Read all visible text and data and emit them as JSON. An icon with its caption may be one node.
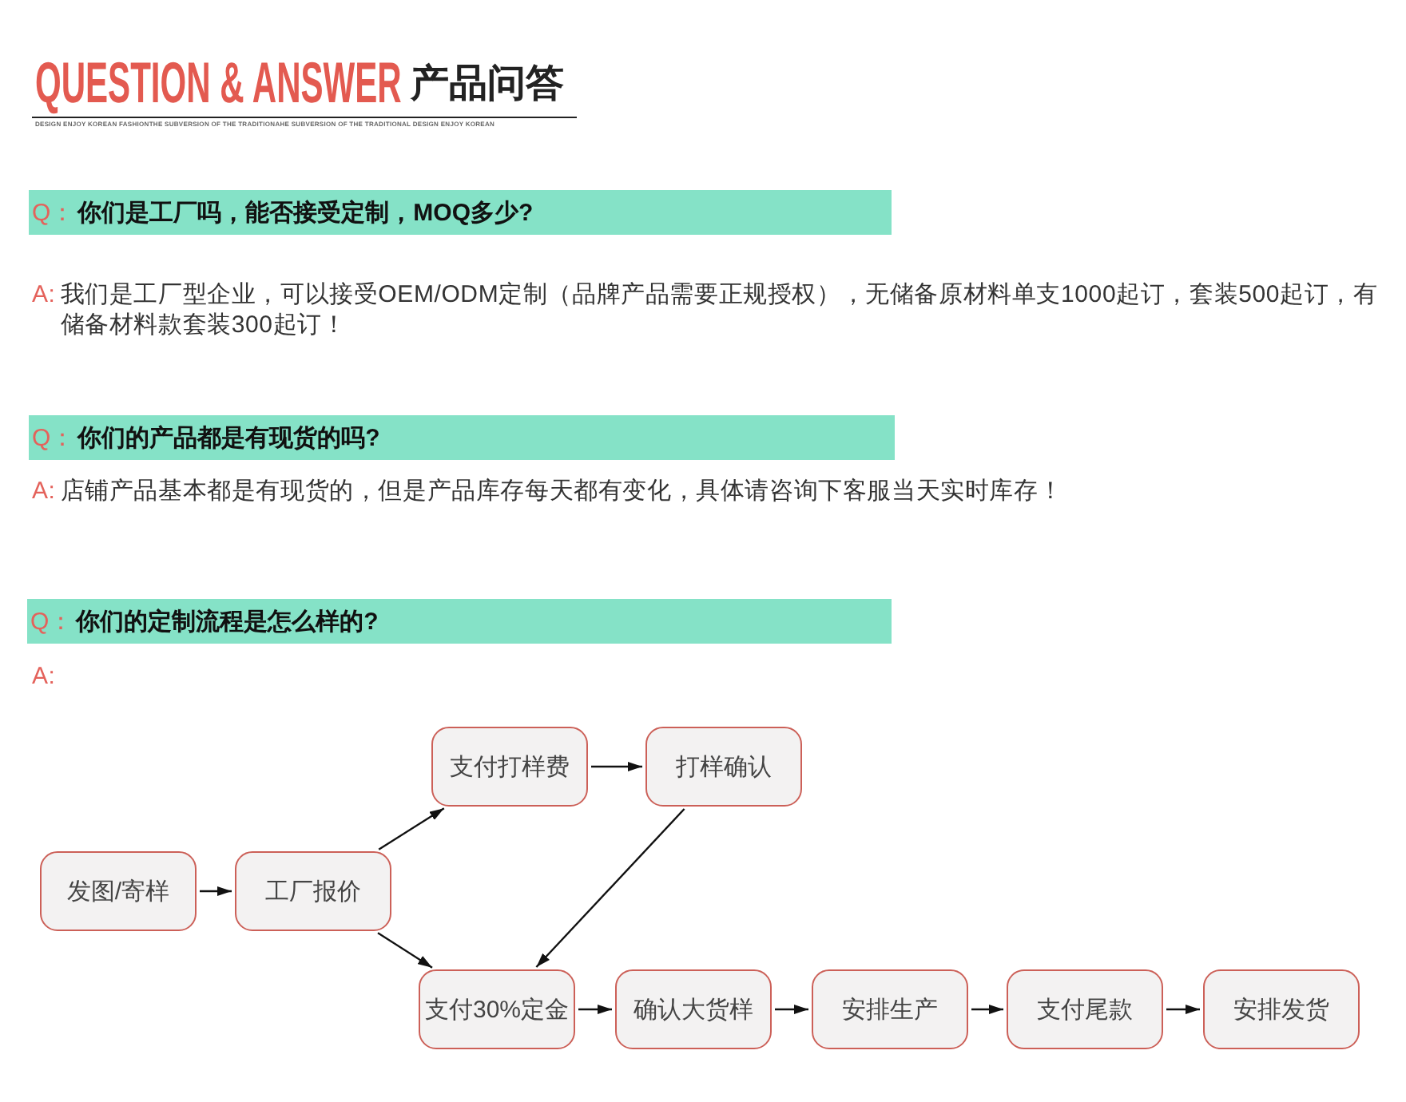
{
  "diagram": {
    "title": "QUESTION & ANSWER",
    "nodes": [
      {
        "text": [
          "Q：",
          "你们是工厂吗，能否接受定制，MOQ多少?"
        ]
      },
      {
        "text": [
          "Q：",
          "你们的产品都是有现货的吗?"
        ]
      },
      {
        "text": [
          "Q：",
          "你们的定制流程是怎么样的?"
        ]
      },
      {
        "text": [
          "支付打样费"
        ]
      },
      {
        "text": [
          "打样确认"
        ]
      },
      {
        "text": [
          "发图/寄样"
        ]
      },
      {
        "text": [
          "工厂报价"
        ]
      },
      {
        "text": [
          "支付30%定金"
        ]
      },
      {
        "text": [
          "确认大货样"
        ]
      },
      {
        "text": [
          "安排生产"
        ]
      },
      {
        "text": [
          "支付尾款"
        ]
      },
      {
        "text": [
          "安排发货"
        ]
      }
    ],
    "edges": [
      {
        "from": 5,
        "to": 6,
        "arrow": "to"
      },
      {
        "from": 6,
        "to": 3,
        "arrow": "to"
      },
      {
        "from": 3,
        "to": 4,
        "arrow": "to"
      },
      {
        "from": 4,
        "to": 7,
        "arrow": "to"
      },
      {
        "from": 6,
        "to": 7,
        "arrow": "to"
      },
      {
        "from": 7,
        "to": 8,
        "arrow": "to"
      },
      {
        "from": 8,
        "to": 9,
        "arrow": "to"
      },
      {
        "from": 9,
        "to": 10,
        "arrow": "to"
      },
      {
        "from": 10,
        "to": 11,
        "arrow": "to"
      }
    ],
    "labels": [
      "产品问答",
      "DESIGN ENJOY KOREAN FASHIONTHE SUBVERSION OF THE TRADITIONAHE SUBVERSION OF THE TRADITIONAL DESIGN ENJOY KOREAN",
      "A:",
      "我们是工厂型企业，可以接受OEM/ODM定制（品牌产品需要正规授权），无储备原材料单支1000起订，套装500起订，有储备材料款套装300起订！",
      "A:",
      "店铺产品基本都是有现货的，但是产品库存每天都有变化，具体请咨询下客服当天实时库存！",
      "A:"
    ]
  }
}
